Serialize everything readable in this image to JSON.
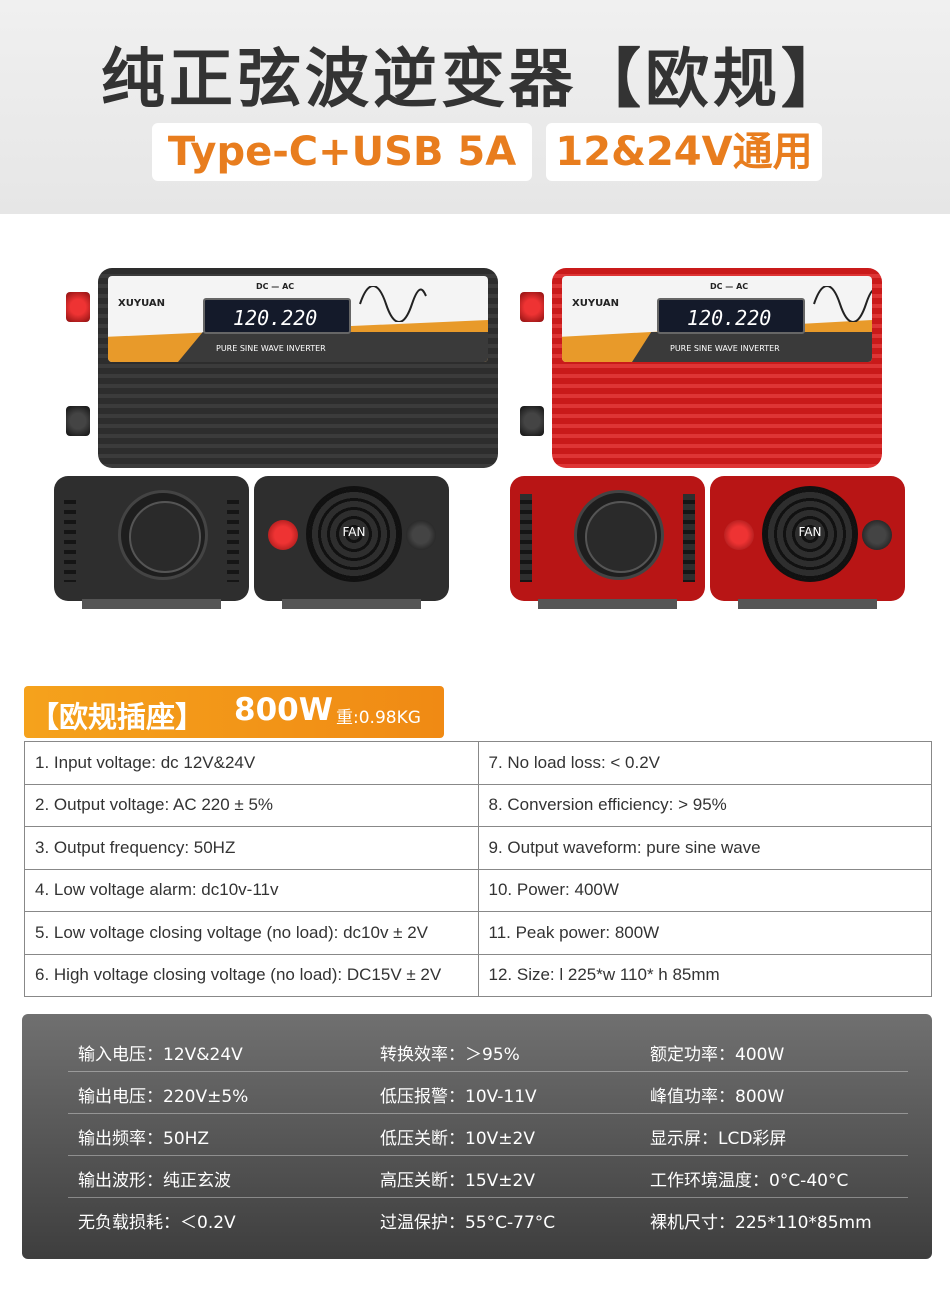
{
  "header": {
    "title": "纯正弦波逆变器【欧规】",
    "badge_left": "Type-C+USB 5A",
    "badge_right": "12&24V通用"
  },
  "products": [
    {
      "color": "black",
      "brand": "XUYUAN",
      "dc_ac": "DC — AC",
      "lcd": "120.220",
      "subtitle": "PURE SINE WAVE INVERTER",
      "fan_label": "FAN"
    },
    {
      "color": "red",
      "brand": "XUYUAN",
      "dc_ac": "DC — AC",
      "lcd": "120.220",
      "subtitle": "PURE SINE WAVE INVERTER",
      "fan_label": "FAN"
    }
  ],
  "spec_header": {
    "label": "【欧规插座】",
    "power": "800W",
    "weight": "重:0.98KG"
  },
  "spec_table": [
    [
      "1. Input voltage: dc 12V&24V",
      "7. No load loss: < 0.2V"
    ],
    [
      "2. Output voltage: AC 220 ± 5%",
      "8. Conversion efficiency: > 95%"
    ],
    [
      "3. Output frequency:    50HZ",
      "9. Output waveform: pure sine wave"
    ],
    [
      "4. Low voltage alarm: dc10v-11v",
      "10. Power:  400W"
    ],
    [
      "5. Low voltage closing voltage (no load): dc10v ± 2V",
      "11. Peak power:  800W"
    ],
    [
      "6. High voltage closing voltage (no load): DC15V ± 2V",
      "12. Size: l 225*w 110* h 85mm"
    ]
  ],
  "cn_specs": [
    [
      "输入电压：12V&24V",
      "转换效率：＞95%",
      "额定功率：400W"
    ],
    [
      "输出电压：220V±5%",
      "低压报警：10V-11V",
      "峰值功率：800W"
    ],
    [
      "输出频率：50HZ",
      "低压关断：10V±2V",
      "显示屏：LCD彩屏"
    ],
    [
      "输出波形：纯正玄波",
      "高压关断：15V±2V",
      "工作环境温度：0°C-40°C"
    ],
    [
      "无负载损耗：＜0.2V",
      "过温保护：55°C-77°C",
      "裸机尺寸：225*110*85mm"
    ]
  ]
}
